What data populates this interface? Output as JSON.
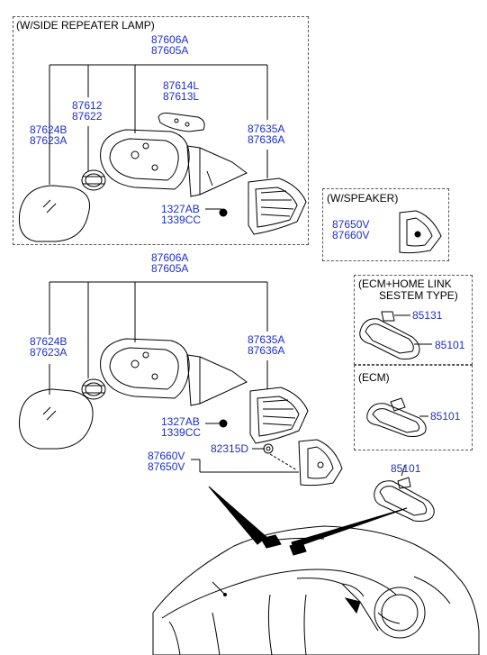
{
  "colors": {
    "part_number": "#1f2fc4",
    "line": "#000000",
    "heading": "#000000"
  },
  "group_top": {
    "heading": "(W/SIDE REPEATER LAMP)",
    "mirror_assy": [
      "87606A",
      "87605A"
    ],
    "cover": [
      "87614L",
      "87613L"
    ],
    "actuator": [
      "87612",
      "87622"
    ],
    "glass": [
      "87624B",
      "87623A"
    ],
    "housing": [
      "87635A",
      "87636A"
    ],
    "screws": [
      "1327AB",
      "1339CC"
    ]
  },
  "group_speaker": {
    "heading": "(W/SPEAKER)",
    "speaker": [
      "87650V",
      "87660V"
    ]
  },
  "group_mid": {
    "mirror_assy": [
      "87606A",
      "87605A"
    ],
    "glass": [
      "87624B",
      "87623A"
    ],
    "housing": [
      "87635A",
      "87636A"
    ],
    "screws": [
      "1327AB",
      "1339CC"
    ],
    "inner_cover": [
      "87660V",
      "87650V"
    ],
    "clip": "82315D"
  },
  "group_ecm_home": {
    "heading_line1": "(ECM+HOME LINK",
    "heading_line2": "SESTEM TYPE)",
    "sensor": "85131",
    "mirror": "85101"
  },
  "group_ecm": {
    "heading": "(ECM)",
    "mirror": "85101"
  },
  "standard_mirror": "85101",
  "icons": [
    "mirror-glass-icon",
    "mirror-housing-icon",
    "actuator-icon",
    "speaker-cover-icon",
    "inside-mirror-icon",
    "car-icon",
    "screw-icon",
    "clip-icon"
  ]
}
